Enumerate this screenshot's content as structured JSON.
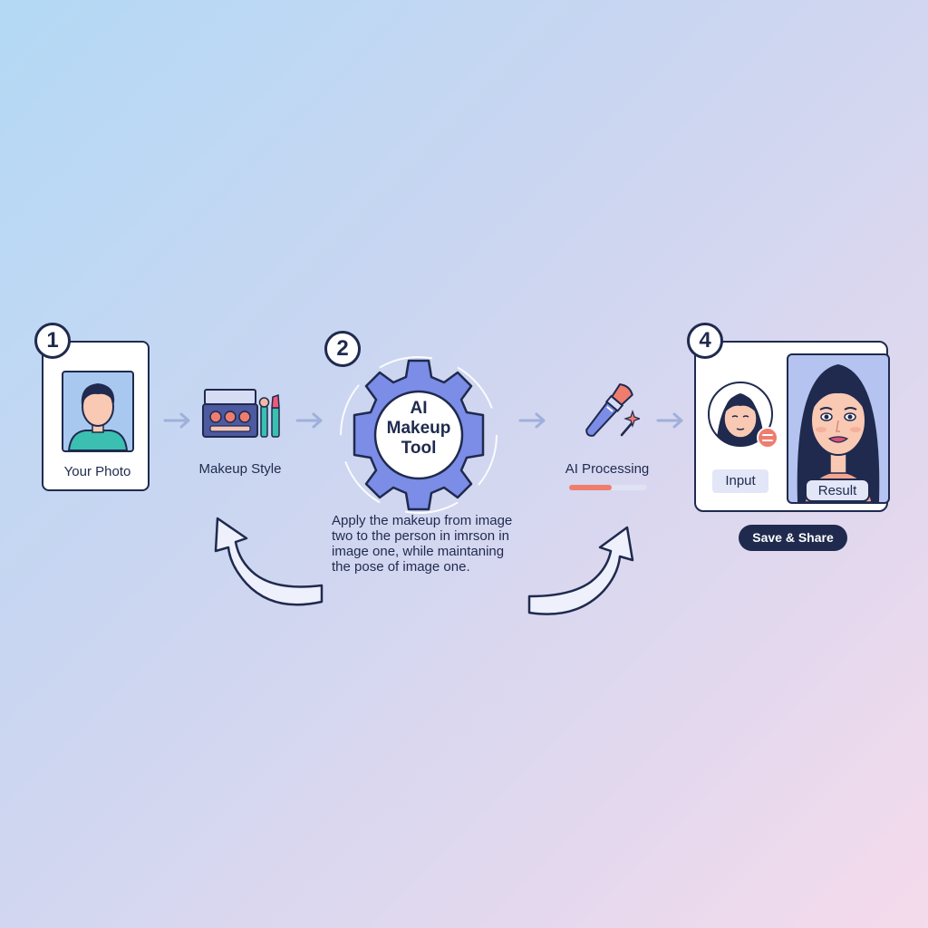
{
  "steps": [
    {
      "number": "1",
      "label": "Your Photo"
    },
    {
      "number": "",
      "label": "Makeup Style"
    },
    {
      "number": "2",
      "title_line1": "AI",
      "title_line2": "Makeup",
      "title_line3": "Tool"
    },
    {
      "number": "",
      "label": "AI Processing",
      "progress": 0.55
    },
    {
      "number": "4",
      "input_label": "Input",
      "result_label": "Result"
    }
  ],
  "prompt": {
    "line1": "Apply the makeup from image",
    "line2": "two to the person in imrson in",
    "line3": "image one, while maintaning",
    "line4": "the pose of image one."
  },
  "actions": {
    "save_share": "Save & Share"
  },
  "colors": {
    "outline": "#1f2a4e",
    "gear": "#7b8de6",
    "accent_pink": "#ef7d6e",
    "shirt_teal": "#3bbfb0",
    "skin": "#f9c9b4"
  },
  "icons": [
    "user-photo-icon",
    "makeup-palette-icon",
    "gear-icon",
    "makeup-brush-icon",
    "progress-bar",
    "face-thumbnail-icon",
    "equals-icon",
    "face-result-icon",
    "loop-arrow-icon"
  ]
}
